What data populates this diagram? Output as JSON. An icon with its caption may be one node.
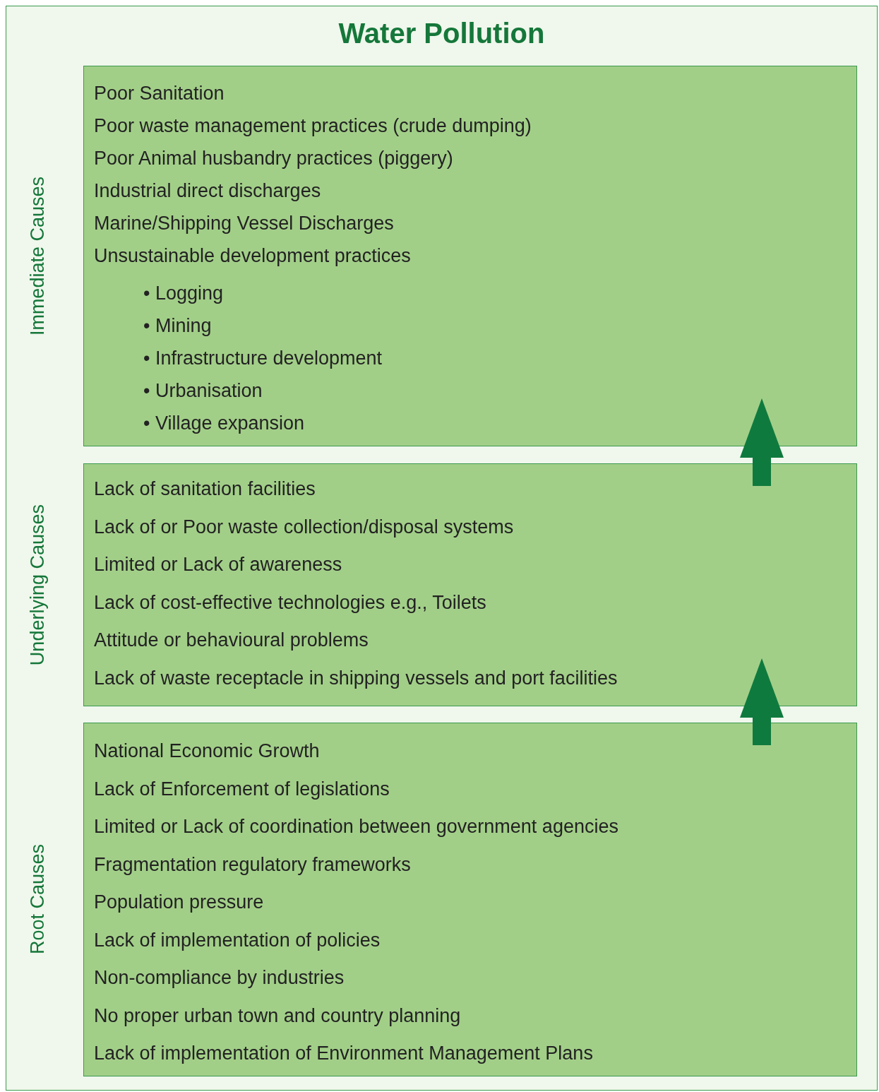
{
  "diagram": {
    "nodes": [
      {
        "text": [
          "Water Pollution"
        ]
      },
      {
        "text": [
          "Immediate Causes",
          "Poor Sanitation",
          "Poor waste management practices (crude dumping)",
          "Poor Animal husbandry practices (piggery)",
          "Industrial direct discharges",
          "Marine/Shipping Vessel Discharges",
          "Unsustainable development practices",
          "• Logging",
          "• Mining",
          "• Infrastructure development",
          "• Urbanisation",
          "• Village expansion"
        ],
        "in": 0
      },
      {
        "text": [
          "Underlying Causes",
          "Lack of sanitation facilities",
          "Lack of or Poor waste collection/disposal systems",
          "Limited or Lack of awareness",
          "Lack of cost-effective technologies e.g., Toilets",
          "Attitude or behavioural problems",
          "Lack of waste receptacle in shipping vessels and port facilities"
        ],
        "in": 0
      },
      {
        "text": [
          "Root Causes",
          "National Economic Growth",
          "Lack of Enforcement of legislations",
          "Limited or Lack of coordination between government agencies",
          "Fragmentation regulatory frameworks",
          "Population pressure",
          "Lack of implementation of policies",
          "Non-compliance by industries",
          "No proper urban town and country planning",
          "Lack of implementation of Environment Management Plans"
        ],
        "in": 0
      }
    ],
    "edges": [
      {
        "from": 3,
        "to": 2,
        "arrow": "to"
      },
      {
        "from": 2,
        "to": 1,
        "arrow": "to"
      }
    ]
  }
}
